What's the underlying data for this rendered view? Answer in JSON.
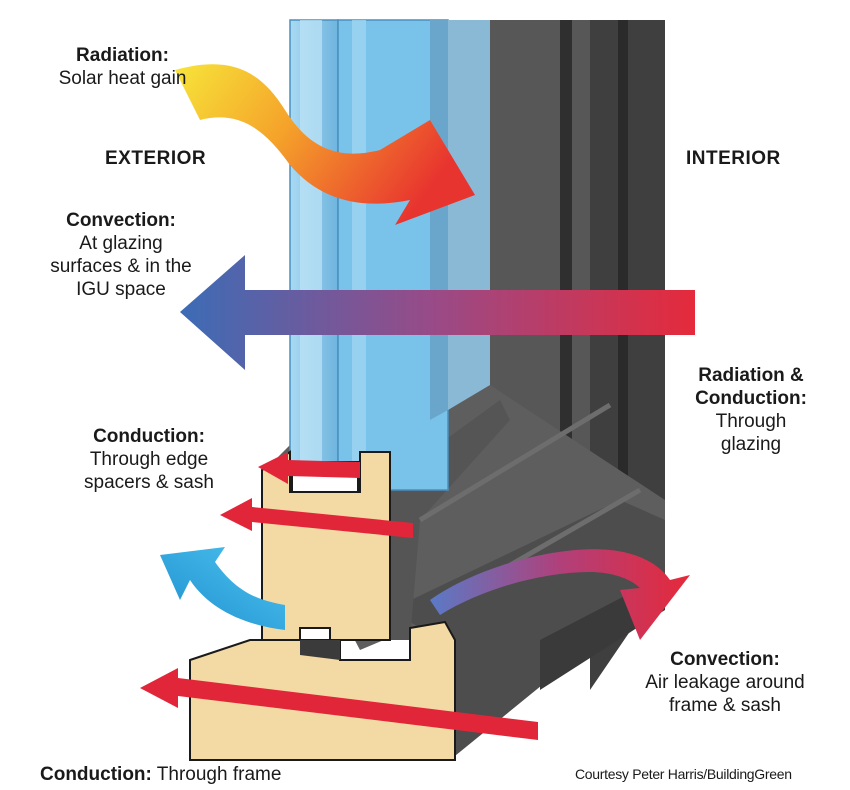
{
  "sides": {
    "exterior": "EXTERIOR",
    "interior": "INTERIOR"
  },
  "labels": {
    "radiation": {
      "title": "Radiation:",
      "lines": [
        "Solar heat gain"
      ]
    },
    "convection_glazing": {
      "title": "Convection:",
      "lines": [
        "At glazing",
        "surfaces & in the",
        "IGU space"
      ]
    },
    "radiation_conduction": {
      "title_lines": [
        "Radiation &",
        "Conduction:"
      ],
      "lines": [
        "Through",
        "glazing"
      ]
    },
    "conduction_edge": {
      "title": "Conduction:",
      "lines": [
        "Through edge",
        "spacers & sash"
      ]
    },
    "convection_leakage": {
      "title": "Convection:",
      "lines": [
        "Air leakage around",
        "frame & sash"
      ]
    },
    "conduction_frame": {
      "title": "Conduction:",
      "text": " Through frame"
    }
  },
  "credit": "Courtesy Peter Harris/BuildingGreen",
  "colors": {
    "frame_dark": "#4a4a4a",
    "wood": "#f3d9a4",
    "glass": "#8cc9ea",
    "heat_red": "#e2263a",
    "cool_blue": "#3a6fb5",
    "solar_yellow": "#f7e03a",
    "air_blue": "#27a8de"
  }
}
